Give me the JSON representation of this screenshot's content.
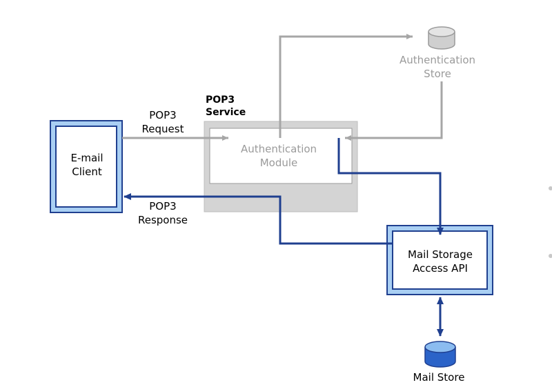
{
  "nodes": {
    "email_client": {
      "line1": "E-mail",
      "line2": "Client"
    },
    "pop3_service": {
      "line1": "POP3",
      "line2": "Service"
    },
    "auth_module": {
      "line1": "Authentication",
      "line2": "Module"
    },
    "auth_store": {
      "line1": "Authentication",
      "line2": "Store"
    },
    "mail_api": {
      "line1": "Mail Storage",
      "line2": "Access API"
    },
    "mail_store": {
      "label": "Mail Store"
    }
  },
  "edges": {
    "request": {
      "line1": "POP3",
      "line2": "Request"
    },
    "response": {
      "line1": "POP3",
      "line2": "Response"
    }
  },
  "colors": {
    "blue_dark": "#1f3f8f",
    "blue_light": "#a9cff3",
    "gray_line": "#a6a6a6",
    "gray_fill": "#d4d4d4",
    "gray_text": "#9a9a9a"
  }
}
